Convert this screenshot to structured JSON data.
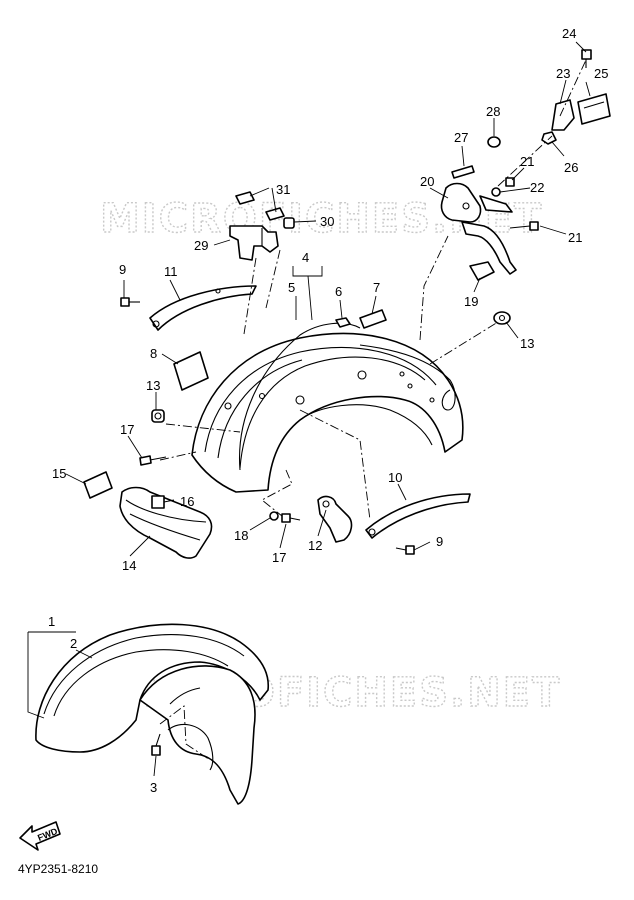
{
  "diagram": {
    "part_code": "4YP2351-8210",
    "watermark": "MICROFICHES.NET",
    "direction_label": "FWD",
    "callouts": [
      "1",
      "2",
      "3",
      "4",
      "5",
      "6",
      "7",
      "8",
      "9",
      "9",
      "10",
      "11",
      "12",
      "13",
      "13",
      "14",
      "15",
      "16",
      "17",
      "17",
      "18",
      "19",
      "20",
      "21",
      "21",
      "22",
      "23",
      "24",
      "25",
      "26",
      "27",
      "28",
      "29",
      "30",
      "31"
    ]
  }
}
